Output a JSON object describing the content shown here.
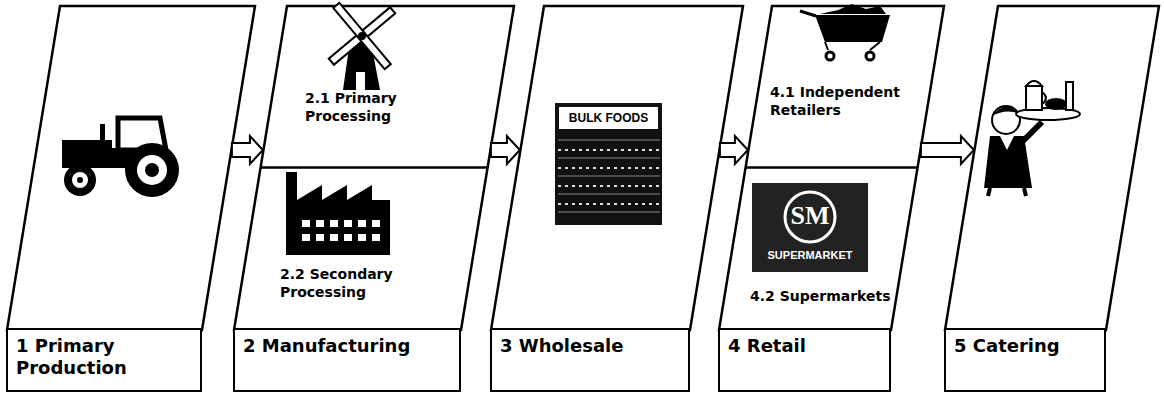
{
  "diagram": {
    "nodes": [
      {
        "text": [
          "1 Primary Production"
        ]
      },
      {
        "text": [
          "2 Manufacturing"
        ]
      },
      {
        "text": [
          "2.1 Primary Processing"
        ],
        "in": 1
      },
      {
        "text": [
          "2.2 Secondary Processing"
        ],
        "in": 1
      },
      {
        "text": [
          "3 Wholesale"
        ]
      },
      {
        "text": [
          "4 Retail"
        ]
      },
      {
        "text": [
          "4.1 Independent Retailers"
        ],
        "in": 5
      },
      {
        "text": [
          "4.2 Supermarkets"
        ],
        "in": 5
      },
      {
        "text": [
          "5 Catering"
        ]
      }
    ],
    "edges": [
      {
        "from": 0,
        "to": 1,
        "arrow": "to"
      },
      {
        "from": 1,
        "to": 4,
        "arrow": "to"
      },
      {
        "from": 4,
        "to": 5,
        "arrow": "to"
      },
      {
        "from": 5,
        "to": 8,
        "arrow": "to"
      }
    ],
    "labels": [
      "BULK FOODS",
      "SM",
      "SUPERMARKET"
    ]
  }
}
